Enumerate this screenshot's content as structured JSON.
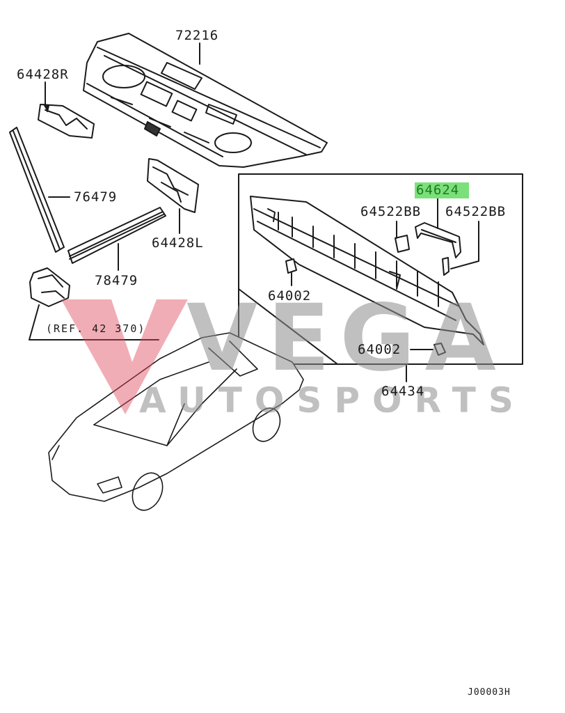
{
  "diagram": {
    "type": "exploded parts diagram",
    "parts": [
      {
        "id": "72216",
        "label": "72216"
      },
      {
        "id": "64428R",
        "label": "64428R"
      },
      {
        "id": "76479-upper",
        "label": "76479"
      },
      {
        "id": "78479",
        "label": "78479"
      },
      {
        "id": "64428L",
        "label": "64428L"
      },
      {
        "id": "64624",
        "label": "64624",
        "highlighted": true
      },
      {
        "id": "64522BB-left",
        "label": "64522BB"
      },
      {
        "id": "64522BB-right",
        "label": "64522BB"
      },
      {
        "id": "64002-upper",
        "label": "64002"
      },
      {
        "id": "64002-lower",
        "label": "64002"
      },
      {
        "id": "64434",
        "label": "64434"
      }
    ],
    "reference_note": "(REF. 42 370)",
    "diagram_code": "J00003H",
    "highlight_color": "#7be07b"
  },
  "watermark": {
    "line1": "VEGA",
    "line2": "AUTOSPORTS",
    "logo_color": "#e04a5a"
  }
}
